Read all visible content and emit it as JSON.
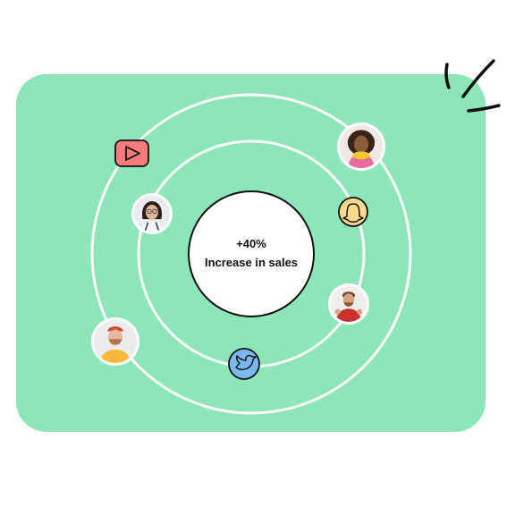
{
  "stat": {
    "value": "+40%",
    "label": "Increase in sales"
  },
  "colors": {
    "card_bg": "#8ce6b9",
    "orbit_line": "#ffffff",
    "youtube_badge": "#f47b7b",
    "snapchat_badge": "#fbd98a",
    "twitter_badge": "#79b8f0",
    "ink": "#111111"
  },
  "icons": {
    "youtube": "youtube-play-icon",
    "snapchat": "snapchat-ghost-icon",
    "twitter": "twitter-bird-icon",
    "doodle": "sparkle-doodle-icon"
  },
  "avatars": [
    "avatar-woman-yellow-scarf",
    "avatar-woman-glasses",
    "avatar-man-red-shirt",
    "avatar-man-yellow-sweater"
  ]
}
